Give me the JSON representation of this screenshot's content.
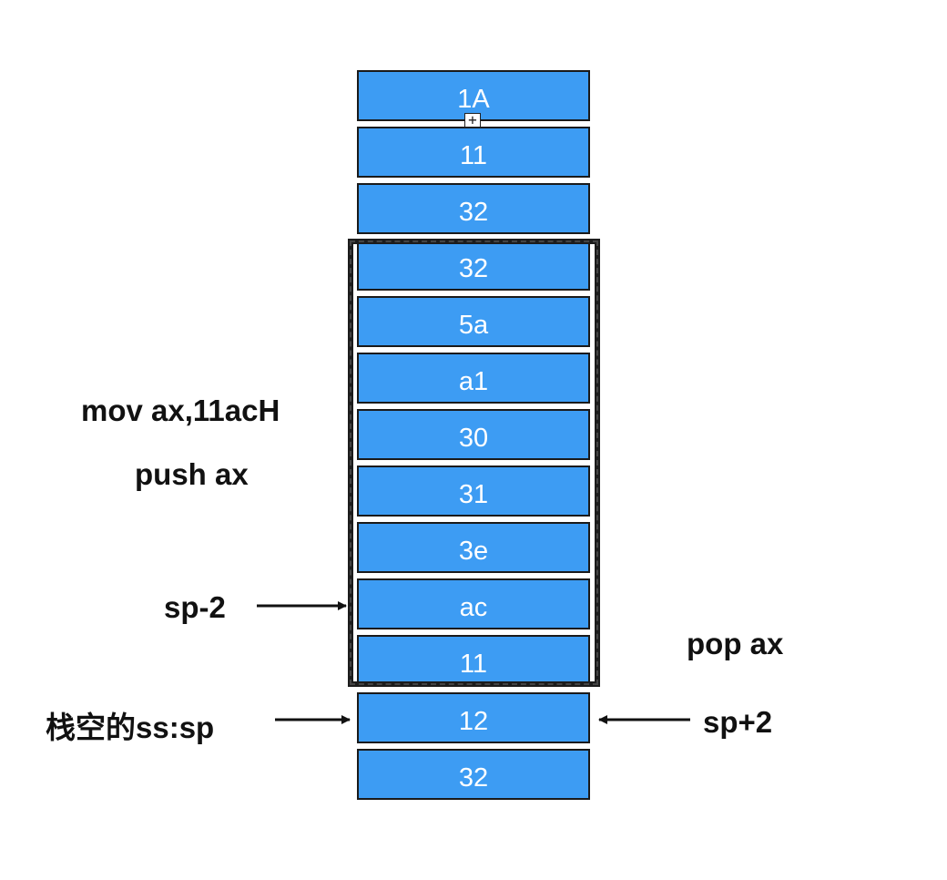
{
  "stack_cells": [
    "1A",
    "11",
    "32",
    "32",
    "5a",
    "a1",
    "30",
    "31",
    "3e",
    "ac",
    "11",
    "12",
    "32"
  ],
  "labels": {
    "mov": "mov ax,11acH",
    "push": "push ax",
    "sp_minus": "sp-2",
    "empty_stack": "栈空的ss:sp",
    "pop": "pop ax",
    "sp_plus": "sp+2"
  },
  "colors": {
    "cell_fill": "#3d9cf3",
    "cell_text": "#ffffff",
    "frame": "#1c1c1c",
    "text": "#111111"
  },
  "icons": {
    "cursor_marker": "plus-cursor-icon"
  }
}
